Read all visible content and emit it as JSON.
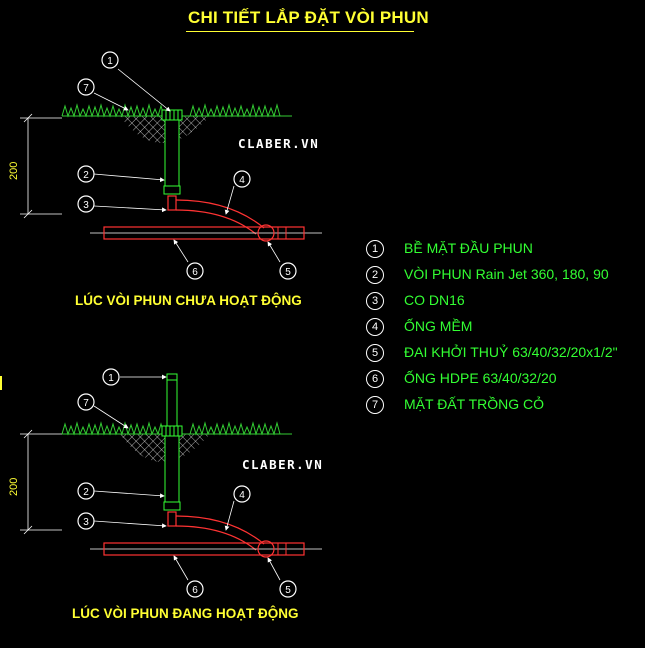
{
  "title": "CHI TIẾT LẮP ĐẶT VÒI PHUN",
  "brand": "CLABER.VN",
  "dimension": "200",
  "views": [
    {
      "caption": "LÚC VÒI PHUN CHƯA HOẠT ĐỘNG"
    },
    {
      "caption": "LÚC VÒI PHUN ĐANG HOẠT ĐỘNG"
    }
  ],
  "legend": [
    {
      "num": "1",
      "label": "BỀ MẶT ĐẦU PHUN"
    },
    {
      "num": "2",
      "label": "VÒI PHUN Rain Jet 360, 180, 90"
    },
    {
      "num": "3",
      "label": "CO DN16"
    },
    {
      "num": "4",
      "label": "ỐNG MỀM"
    },
    {
      "num": "5",
      "label": "ĐAI KHỞI THUỶ 63/40/32/20x1/2\""
    },
    {
      "num": "6",
      "label": "ỐNG HDPE 63/40/32/20"
    },
    {
      "num": "7",
      "label": "MẶT ĐẤT TRỒNG CỎ"
    }
  ],
  "colors": {
    "background": "#000000",
    "title": "#ffff33",
    "legend_text": "#33ff33",
    "grass": "#33cc33",
    "pipe": "#ff3333",
    "leader": "#ffffff"
  }
}
